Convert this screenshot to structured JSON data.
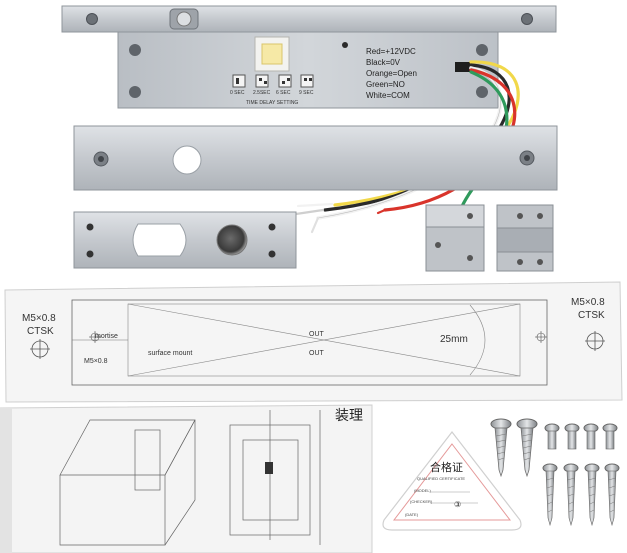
{
  "lock_body": {
    "wire_legend": [
      "Red=+12VDC",
      "Black=0V",
      "Orange=Open",
      "Green=NO",
      "White=COM"
    ],
    "dip_labels": [
      "0 SEC",
      "2.5SEC",
      "6 SEC",
      "9 SEC"
    ],
    "time_delay_label": "TIME DELAY SETTING"
  },
  "template": {
    "left_screw_spec": "M5×0.8",
    "left_screw_type": "CTSK",
    "right_screw_spec": "M5×0.8",
    "right_screw_type": "CTSK",
    "mortise_label": "mortise",
    "small_spec": "M5×0.8",
    "surface_label": "surface mount",
    "out_top": "OUT",
    "out_bottom": "OUT",
    "dimension": "25mm"
  },
  "certificate": {
    "title": "合格证",
    "subtitle": "QUALIFIED CERTIFICATE",
    "line1": "(MODEL)",
    "line2": "(CHECKER)",
    "line3": "(DATE)",
    "mark": "③"
  },
  "instruction_sheet": {
    "heading_fragment": "装理"
  },
  "colors": {
    "red": "#d9342b",
    "black": "#2a2a2a",
    "orange": "#e9a43a",
    "green": "#2f9a5c",
    "white": "#f2f2f2",
    "yellow": "#f1d84a",
    "metal": "#c7cbd0"
  }
}
